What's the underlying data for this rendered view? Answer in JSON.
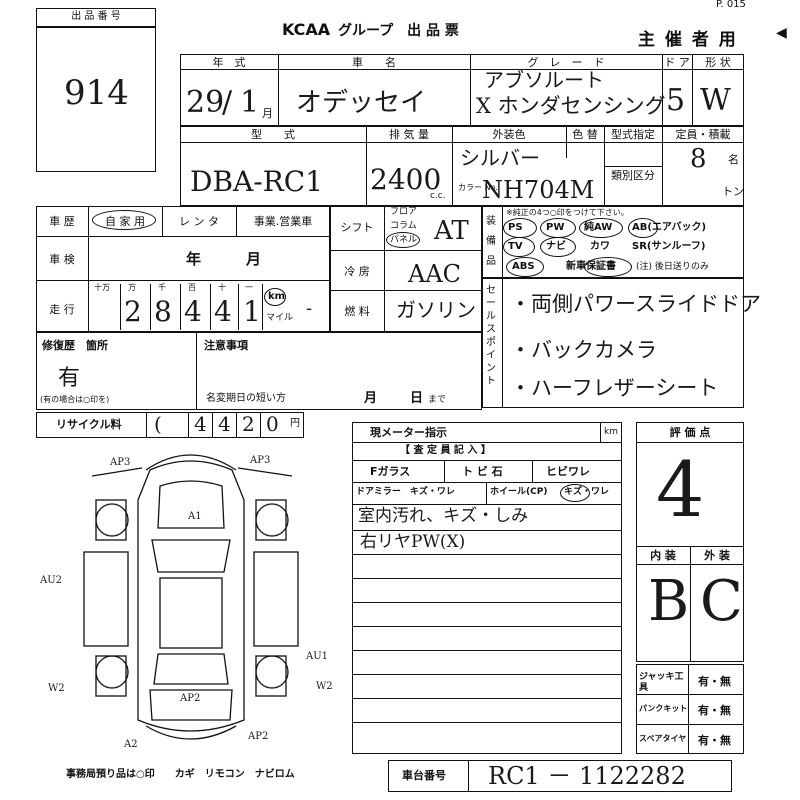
{
  "lot": {
    "label": "出 品 番 号",
    "number": "914"
  },
  "page_mark": "P. 015",
  "header": {
    "brand": "KCAA",
    "title": "．グループ　出 品 票",
    "organizer": "主 催 者 用"
  },
  "row1": {
    "labels": {
      "year": "年　式",
      "name": "車　　名",
      "grade": "グ　レ　ー　ド",
      "doors": "ド ア",
      "shape": "形 状"
    },
    "values": {
      "year_num": "29",
      "year_sep": "/",
      "month_num": "1",
      "month_unit": "月",
      "name": "オデッセイ",
      "grade1": "アブソルート",
      "grade2": "X ホンダセンシング",
      "doors": "5",
      "shape": "W"
    }
  },
  "row2": {
    "labels": {
      "model": "型　　式",
      "displacement": "排 気 量",
      "exterior": "外装色",
      "color_no": "色 替",
      "model_designation": "型式指定",
      "classification": "類別区分",
      "capacity": "定員・積載",
      "cc": "c.c.",
      "color_label": "カラー No.",
      "person_unit": "名",
      "ton_unit": "トン"
    },
    "values": {
      "model": "DBA-RC1",
      "displacement": "2400",
      "color": "シルバー",
      "color_code": "NH704M",
      "capacity": "8"
    }
  },
  "history": {
    "label": "車 歴",
    "opt1": "自 家 用",
    "opt2": "レ ン タ",
    "opt3": "事業.営業車",
    "inspection_label": "車 検",
    "inspection_value": "年　　　月",
    "mileage_label": "走 行",
    "digit_labels": [
      "十万",
      "万",
      "千",
      "百",
      "十",
      "一"
    ],
    "digits": [
      "2",
      "8",
      "4",
      "4",
      "1"
    ],
    "unit_km": "km",
    "unit_mile": "マイル",
    "dash": "-"
  },
  "shift": {
    "label": "シフト",
    "opt1": "フロア",
    "opt2": "コラム",
    "opt3": "パネル",
    "value": "AT"
  },
  "ac": {
    "label": "冷 房",
    "value": "AAC"
  },
  "fuel": {
    "label": "燃 料",
    "value": "ガソリン"
  },
  "equipment": {
    "label": "装備品",
    "note": "※純正の4つ○印をつけて下さい。",
    "line1": [
      "PS",
      "PW",
      "純AW",
      "AB(エアバック)"
    ],
    "line2": [
      "TV",
      "ナビ",
      "カワ",
      "SR(サンルーフ)"
    ],
    "line3": [
      "ABS",
      "新車保証書",
      "(注) 後日送りのみ"
    ]
  },
  "sales_points": {
    "label": "セールスポイント",
    "items": [
      "・両側パワースライドドア",
      "・バックカメラ",
      "・ハーフレザーシート"
    ]
  },
  "repair": {
    "label": "修復歴　箇所",
    "value": "有",
    "note": "(有の場合は○印を)"
  },
  "notes": {
    "label": "注意事項",
    "short_date": "名変期日の短い方",
    "month": "月",
    "day": "日",
    "made": "まで"
  },
  "recycle": {
    "label": "リサイクル料",
    "digits": [
      "4",
      "4",
      "2",
      "0"
    ],
    "unit": "円"
  },
  "meter": {
    "label": "現メーター指示",
    "unit": "km"
  },
  "inspector": {
    "header": "【 査 定 員 記 入 】",
    "glass": "Fガラス",
    "tobi": "ト ビ 石",
    "hibi": "ヒビワレ",
    "mirror": "ドアミラー　キズ・ワレ",
    "wheel": "ホイール(CP)",
    "wheel_damage": "キズ・ワレ",
    "comments": [
      "室内汚れ、キズ・しみ",
      "右リヤPW(X)"
    ]
  },
  "grade_box": {
    "label": "評 価 点",
    "value": "4",
    "interior_label": "内 装",
    "exterior_label": "外 装",
    "interior": "B",
    "exterior": "C"
  },
  "accessories": [
    {
      "label": "ジャッキ工具",
      "value": "有・無"
    },
    {
      "label": "パンクキット",
      "value": "有・無"
    },
    {
      "label": "スペアタイヤ",
      "value": "有・無"
    }
  ],
  "office_note": "事務局預り品は○印　　カギ　リモコン　ナビロム",
  "chassis": {
    "label": "車台番号",
    "value": "RC1 － 1122282"
  },
  "diagram_marks": {
    "top_left": "AP3",
    "top_right": "AP3",
    "hood": "A1",
    "left": "AU2",
    "right": "AU1",
    "rear_left": "W2",
    "rear_right": "W2",
    "trunk": "AP2",
    "bottom_left": "A2",
    "bottom_right": "AP2"
  }
}
